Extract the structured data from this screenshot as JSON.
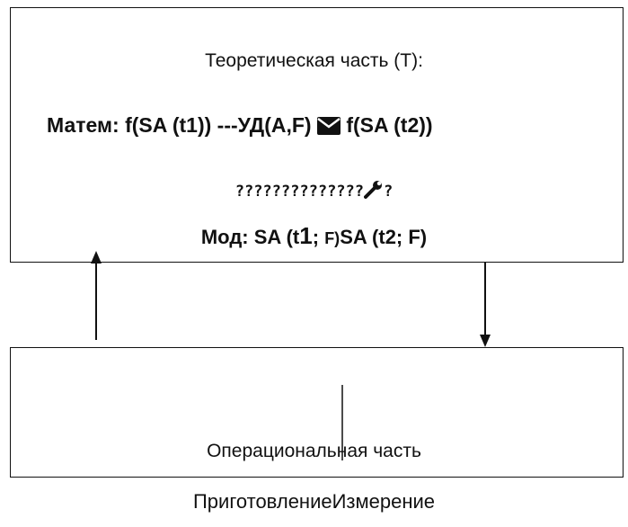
{
  "theory": {
    "title": "Теоретическая часть (Т):",
    "math_label": "Матем: ",
    "math_expr_left": "f(SA (t1)) ---УД(A,F) ",
    "math_icon": "envelope-icon",
    "math_expr_right": " f(SA (t2))",
    "garbled": "??????????????",
    "garbled_icon": "wrench-icon",
    "garbled_tail": "?",
    "mod_label": "Мод: S",
    "mod_a": "A (t",
    "mod_one": "1",
    "mod_semicolon": "; ",
    "mod_f": "F)",
    "mod_rest": "SA (t2; F)"
  },
  "operational": {
    "label": "Операциональная часть"
  },
  "footer": {
    "label": "ПриготовлениеИзмерение"
  },
  "colors": {
    "stroke": "#111111",
    "background": "#ffffff"
  }
}
